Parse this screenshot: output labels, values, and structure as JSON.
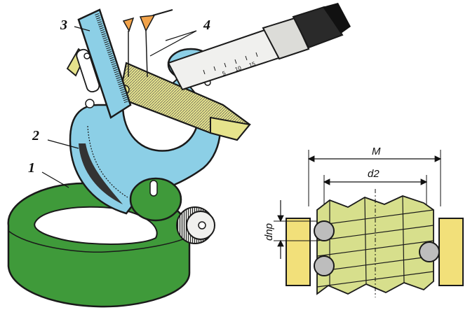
{
  "callouts": {
    "c1": "1",
    "c2": "2",
    "c3": "3",
    "c4": "4"
  },
  "dimensions": {
    "outer": "M",
    "pitch": "d2",
    "wire": "dnp"
  },
  "scale_marks": {
    "s5": "5",
    "s10": "10",
    "s15": "15"
  },
  "colors": {
    "stand": "#3f9a3a",
    "frame": "#8ccfe6",
    "thread_part": "#e6e38c",
    "spindle": "#f0f0ee",
    "dark": "#1a1a1a",
    "support": "#f2e07a"
  }
}
